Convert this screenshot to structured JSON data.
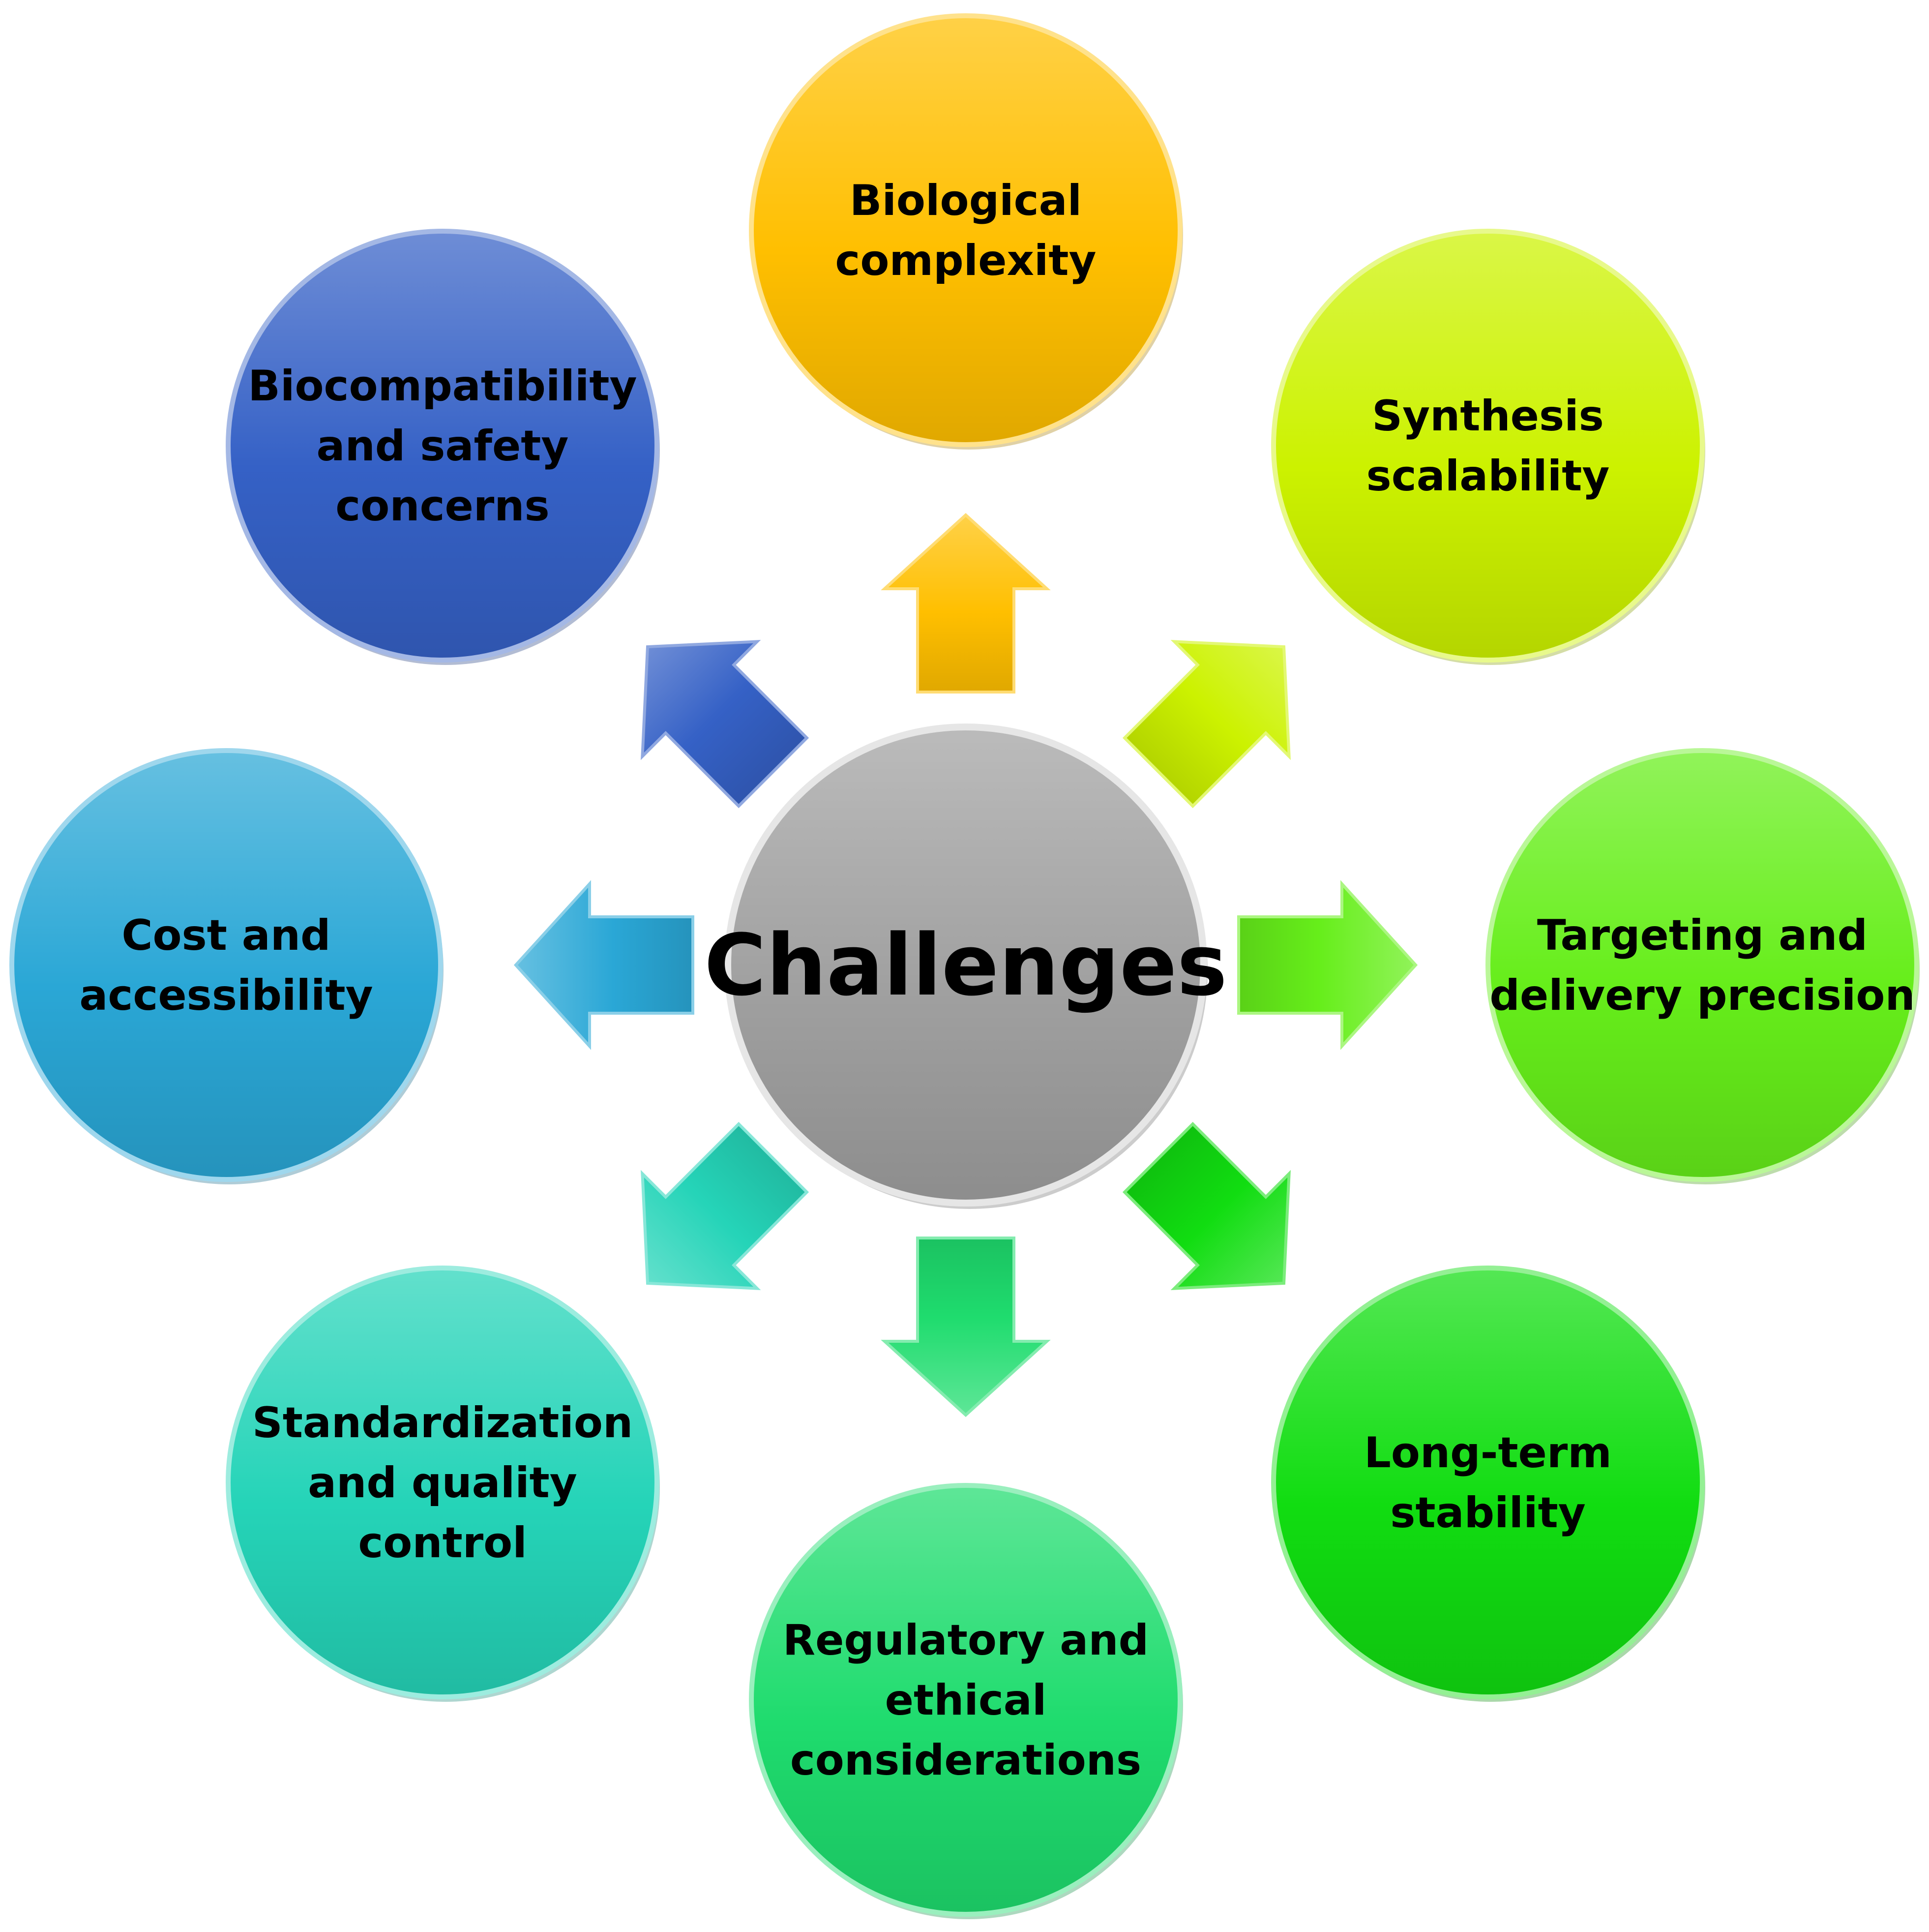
{
  "center": {
    "label": "Challenges",
    "color": "#a0a0a0"
  },
  "nodes": [
    {
      "id": "biological-complexity",
      "lines": [
        "Biological",
        "complexity"
      ],
      "color": "#ffbf00"
    },
    {
      "id": "synthesis-scalability",
      "lines": [
        "Synthesis",
        "scalability"
      ],
      "color": "#ccf200"
    },
    {
      "id": "targeting-delivery-precision",
      "lines": [
        "Targeting and",
        "delivery precision"
      ],
      "color": "#66ee1a"
    },
    {
      "id": "long-term-stability",
      "lines": [
        "Long-term",
        "stability"
      ],
      "color": "#11dd11"
    },
    {
      "id": "regulatory-ethical",
      "lines": [
        "Regulatory and",
        "ethical",
        "considerations"
      ],
      "color": "#1fdc6e"
    },
    {
      "id": "standardization-quality",
      "lines": [
        "Standardization",
        "and quality",
        "control"
      ],
      "color": "#25d4b8"
    },
    {
      "id": "cost-accessibility",
      "lines": [
        "Cost and",
        "accessibility"
      ],
      "color": "#2aa7d6"
    },
    {
      "id": "biocompatibility-safety",
      "lines": [
        "Biocompatibility",
        "and safety",
        "concerns"
      ],
      "color": "#3561c6"
    }
  ]
}
